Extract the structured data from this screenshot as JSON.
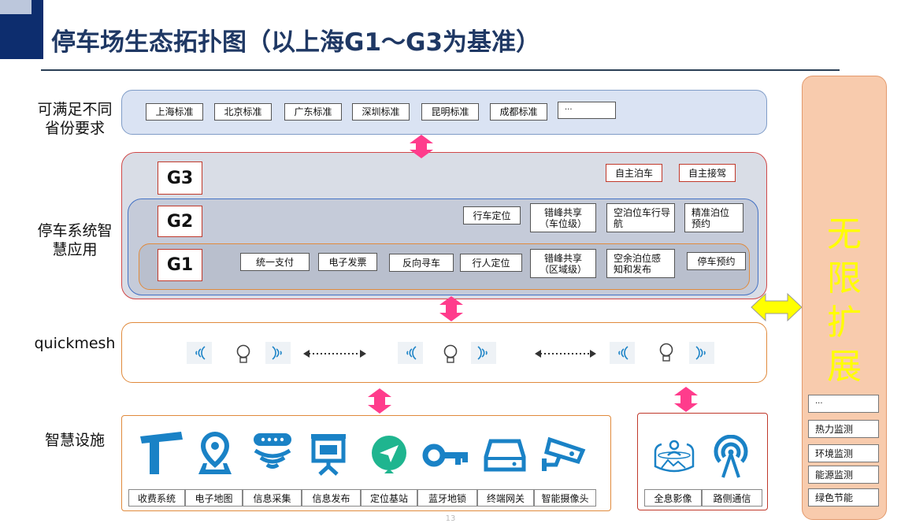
{
  "title": "停车场生态拓扑图（以上海G1～G3为基准）",
  "rows": {
    "province": "可满足不同\n省份要求",
    "parking_system": "停车系统智\n慧应用",
    "quickmesh": "quickmesh",
    "facilities": "智慧设施"
  },
  "standards": [
    "上海标准",
    "北京标准",
    "广东标准",
    "深圳标准",
    "昆明标准",
    "成都标准",
    "···"
  ],
  "levels": {
    "g3": {
      "badge": "G3",
      "items": [
        "自主泊车",
        "自主接驾"
      ]
    },
    "g2": {
      "badge": "G2",
      "items": [
        "行车定位",
        "错峰共享\n（车位级）",
        "空泊位车行导\n航",
        "精准泊位\n预约"
      ]
    },
    "g1": {
      "badge": "G1",
      "items": [
        "统一支付",
        "电子发票",
        "反向寻车",
        "行人定位",
        "错峰共享\n（区域级）",
        "空余泊位感\n知和发布",
        "停车预约"
      ]
    }
  },
  "facilities": [
    "收费系统",
    "电子地图",
    "信息采集",
    "信息发布",
    "定位基站",
    "蓝牙地锁",
    "终端网关",
    "智能摄像头"
  ],
  "facilities_right": [
    "全息影像",
    "路侧通信"
  ],
  "expand": {
    "text": "无\n限\n扩\n展",
    "items": [
      "···",
      "热力监测",
      "环境监测",
      "能源监测",
      "绿色节能"
    ]
  },
  "page_number": "13",
  "colors": {
    "title": "#1f3864",
    "accent_red": "#c0392b",
    "arrow_pink": "#ff3c8c",
    "arrow_yellow": "#ffff00",
    "icon_blue": "#1a82c6",
    "expand_bg": "#f8cbad"
  },
  "icons": [
    "toll-gate-icon",
    "map-pin-icon",
    "wifi-router-icon",
    "display-board-icon",
    "location-arrow-icon",
    "key-icon",
    "gateway-icon",
    "security-camera-icon",
    "hologram-icon",
    "radio-tower-icon",
    "wave-left-icon",
    "bulb-icon",
    "wave-right-icon"
  ]
}
